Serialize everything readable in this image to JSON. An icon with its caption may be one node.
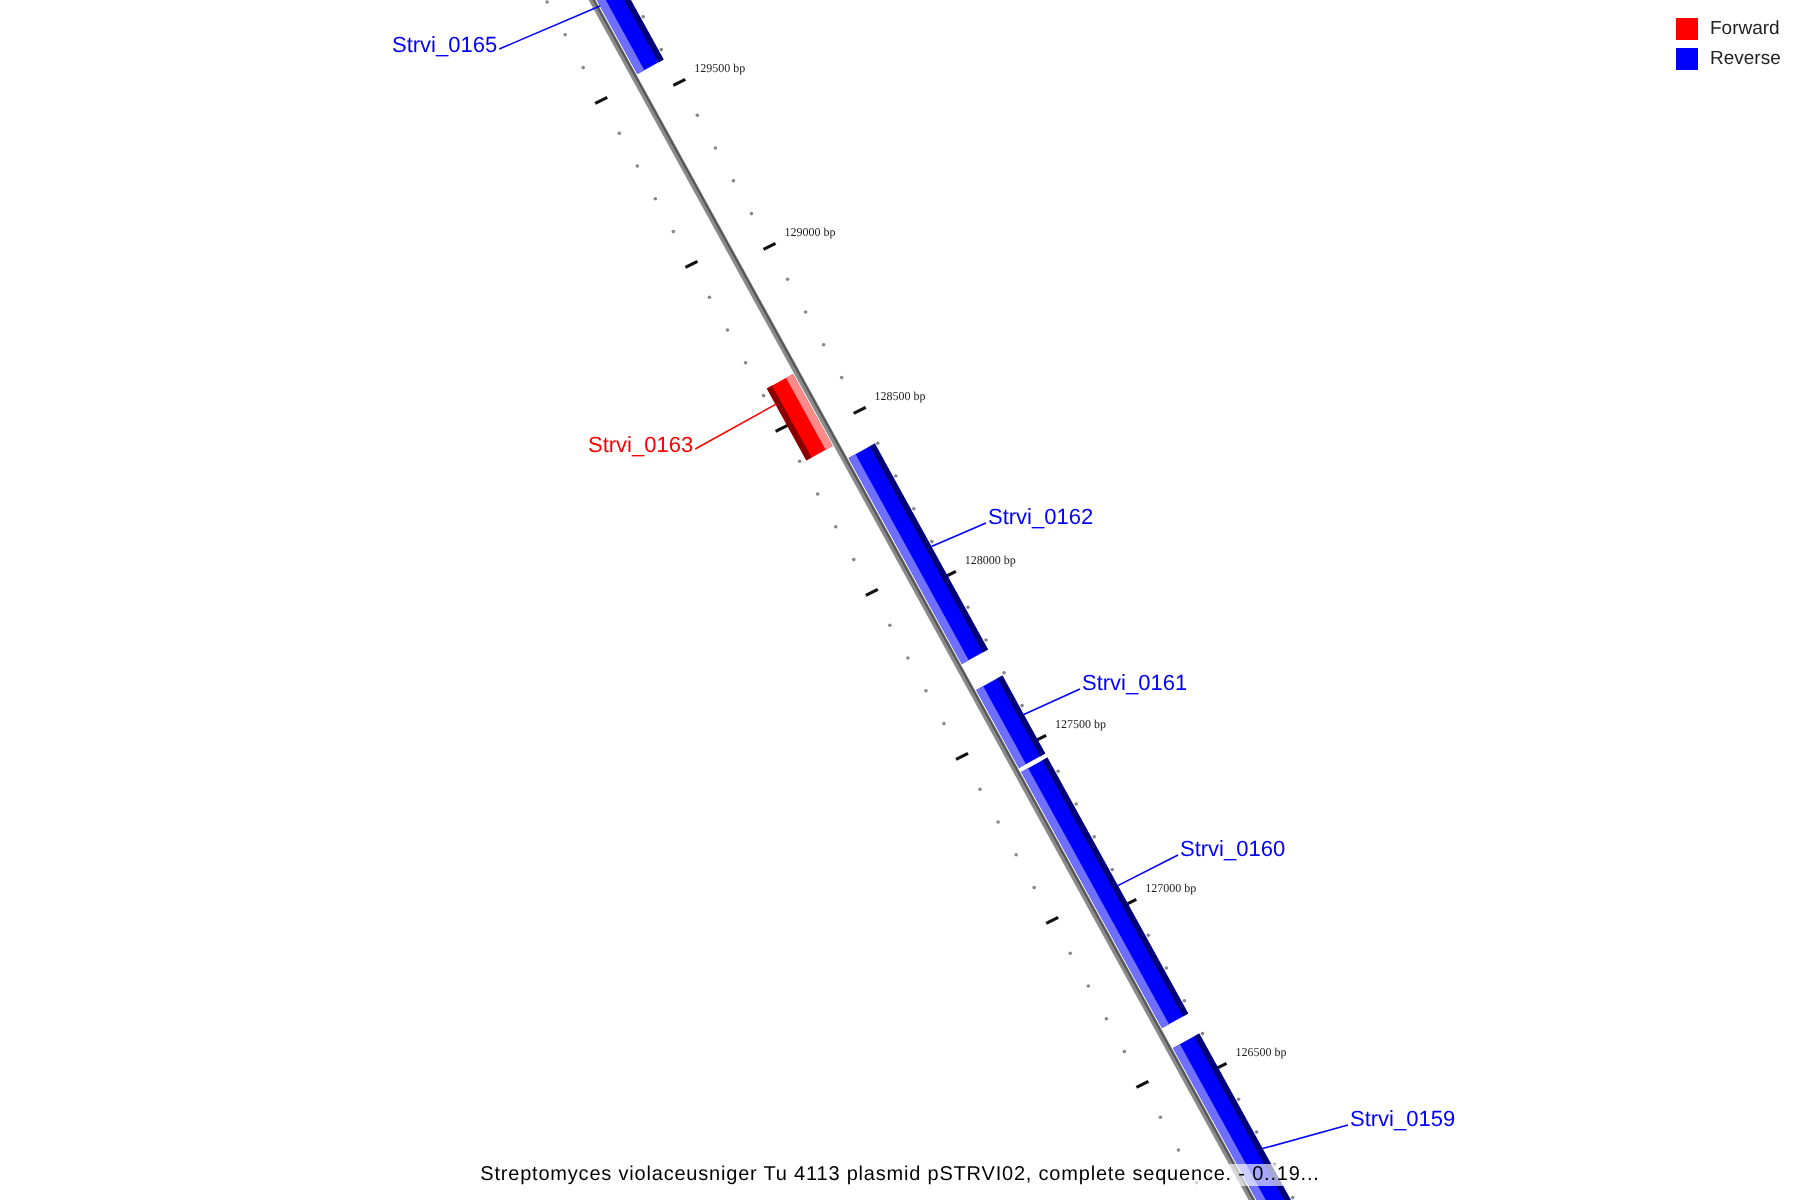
{
  "diagram": {
    "caption": "Streptomyces violaceusniger Tu 4113 plasmid pSTRVI02, complete sequence. - 0..19...",
    "nodes": [
      {
        "text": [
          "Strvi_0165"
        ]
      },
      {
        "text": [],
        "shape": "bar"
      },
      {
        "text": [
          "Strvi_0163"
        ]
      },
      {
        "text": [],
        "shape": "bar"
      },
      {
        "text": [
          "Strvi_0162"
        ]
      },
      {
        "text": [],
        "shape": "bar"
      },
      {
        "text": [
          "Strvi_0161"
        ]
      },
      {
        "text": [],
        "shape": "bar"
      },
      {
        "text": [
          "Strvi_0160"
        ]
      },
      {
        "text": [],
        "shape": "bar"
      },
      {
        "text": [
          "Strvi_0159"
        ]
      },
      {
        "text": [],
        "shape": "bar"
      }
    ],
    "edges": [
      {
        "from": 0,
        "to": 1,
        "arrow": "none"
      },
      {
        "from": 2,
        "to": 3,
        "arrow": "none",
        "color": "#ff0000"
      },
      {
        "from": 4,
        "to": 5,
        "arrow": "none"
      },
      {
        "from": 6,
        "to": 7,
        "arrow": "none"
      },
      {
        "from": 8,
        "to": 9,
        "arrow": "none"
      },
      {
        "from": 10,
        "to": 11,
        "arrow": "none"
      }
    ],
    "labels": [
      "129500 bp",
      "129000 bp",
      "128500 bp",
      "128000 bp",
      "127500 bp",
      "127000 bp",
      "126500 bp"
    ],
    "legend": [
      {
        "text": "Forward",
        "color": "#ff0000"
      },
      {
        "text": "Reverse",
        "color": "#0000ff"
      }
    ]
  }
}
